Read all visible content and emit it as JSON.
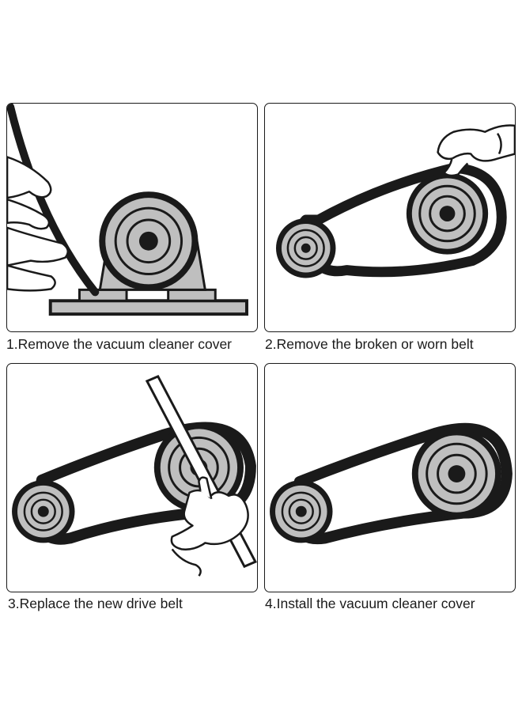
{
  "steps": [
    {
      "caption": "1.Remove the vacuum cleaner cover"
    },
    {
      "caption": "2.Remove the broken or worn belt"
    },
    {
      "caption": "3.Replace the new drive belt"
    },
    {
      "caption": "4.Install the vacuum cleaner cover"
    }
  ],
  "colors": {
    "outline": "#1a1a1a",
    "pulley_fill": "#bfbfbf",
    "belt": "#1a1a1a",
    "background": "#ffffff"
  },
  "icons": [
    "pulley-icon",
    "belt-icon",
    "hand-icon",
    "tool-rod-icon",
    "motor-mount-icon"
  ]
}
